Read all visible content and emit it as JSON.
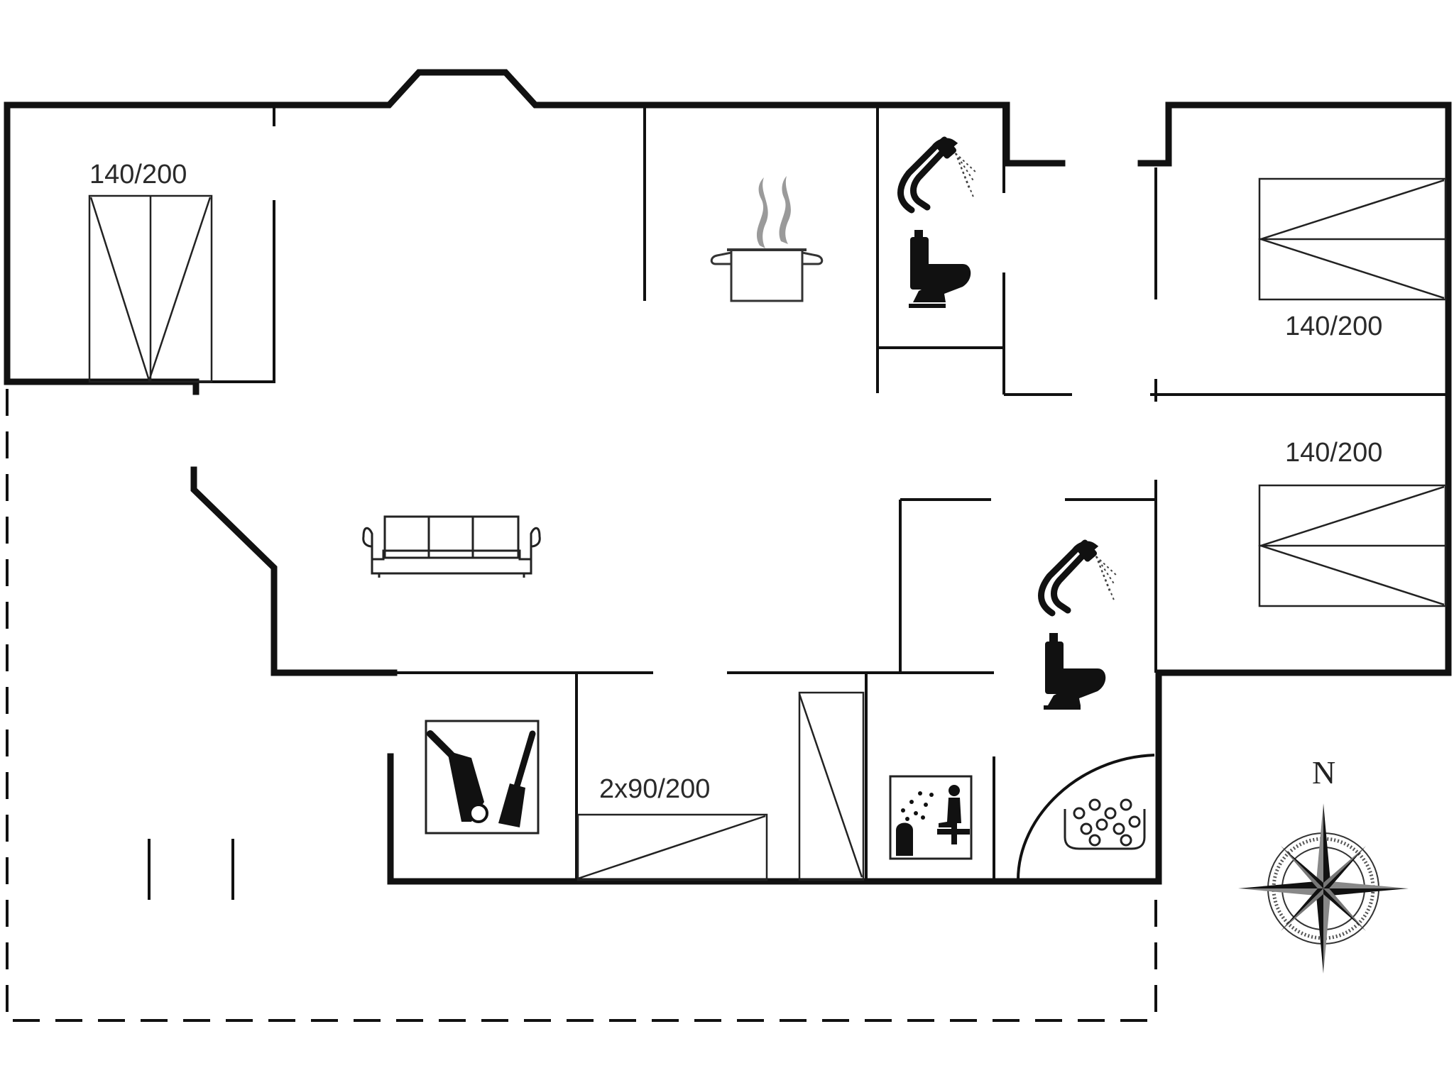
{
  "labels": {
    "bed_west": "140/200",
    "bed_east_top": "140/200",
    "bed_east_bottom": "140/200",
    "bunk": "2x90/200",
    "north": "N"
  },
  "icons": [
    "stove-pot-icon",
    "shower-icon",
    "toilet-icon",
    "sofa-icon",
    "utility-cleaning-icon",
    "sauna-icon",
    "spa-bath-icon",
    "compass-rose-icon"
  ],
  "colors": {
    "wall": "#111111",
    "steam": "#9a9a9a",
    "background": "#ffffff"
  }
}
